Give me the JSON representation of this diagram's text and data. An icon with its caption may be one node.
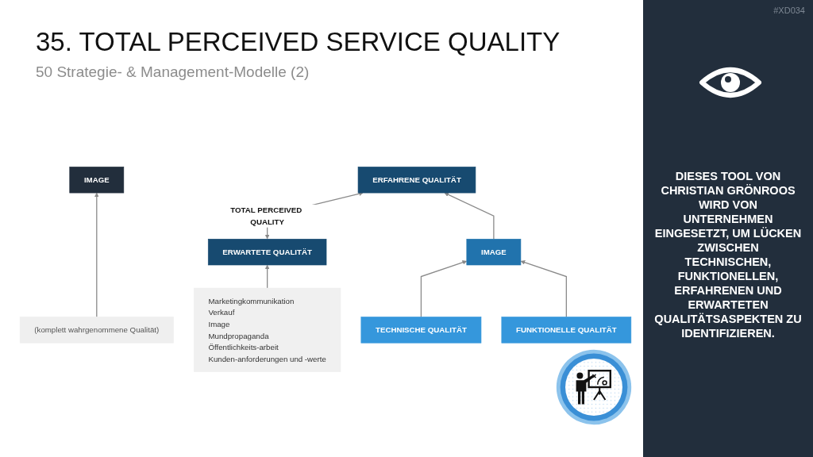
{
  "diagram": {
    "title": "35. TOTAL PERCEIVED SERVICE QUALITY",
    "nodes": [
      {
        "text": [
          "IMAGE"
        ]
      },
      {
        "text": [
          "ERWARTETE QUALITÄT"
        ]
      },
      {
        "text": [
          "(komplett wahrgenommene Qualität)"
        ]
      },
      {
        "text": [
          "ERFAHRENE QUALITÄT"
        ]
      },
      {
        "text": [
          "Marketingkommunikation",
          "Verkauf",
          "Image",
          "Mundpropaganda",
          "Öffentlichkeits-arbeit",
          "Kunden-anforderungen und -werte"
        ]
      },
      {
        "text": [
          "IMAGE"
        ]
      },
      {
        "text": [
          "TECHNISCHE QUALITÄT"
        ]
      },
      {
        "text": [
          "FUNKTIONELLE QUALITÄT"
        ]
      }
    ],
    "edges": [
      {
        "from": 4,
        "to": 1,
        "arrow": "to"
      },
      {
        "from": 2,
        "to": 0,
        "arrow": "to"
      },
      {
        "from": 1,
        "to": 3,
        "arrow": "both",
        "label": "TOTAL PERCEIVED QUALITY"
      },
      {
        "from": 5,
        "to": 3,
        "arrow": "to"
      },
      {
        "from": 6,
        "to": 5,
        "arrow": "to"
      },
      {
        "from": 7,
        "to": 5,
        "arrow": "to"
      }
    ],
    "labels": [
      "50 Strategie- & Management-Modelle (2)",
      "#XD034",
      "DIESES TOOL VON CHRISTIAN GRÖNROOS WIRD VON UNTERNEHMEN EINGESETZT, UM LÜCKEN ZWISCHEN TECHNISCHEN, FUNKTIONELLEN, ERFAHRENEN UND ERWARTETEN QUALITÄTSASPEKTEN ZU IDENTIFIZIEREN."
    ]
  }
}
